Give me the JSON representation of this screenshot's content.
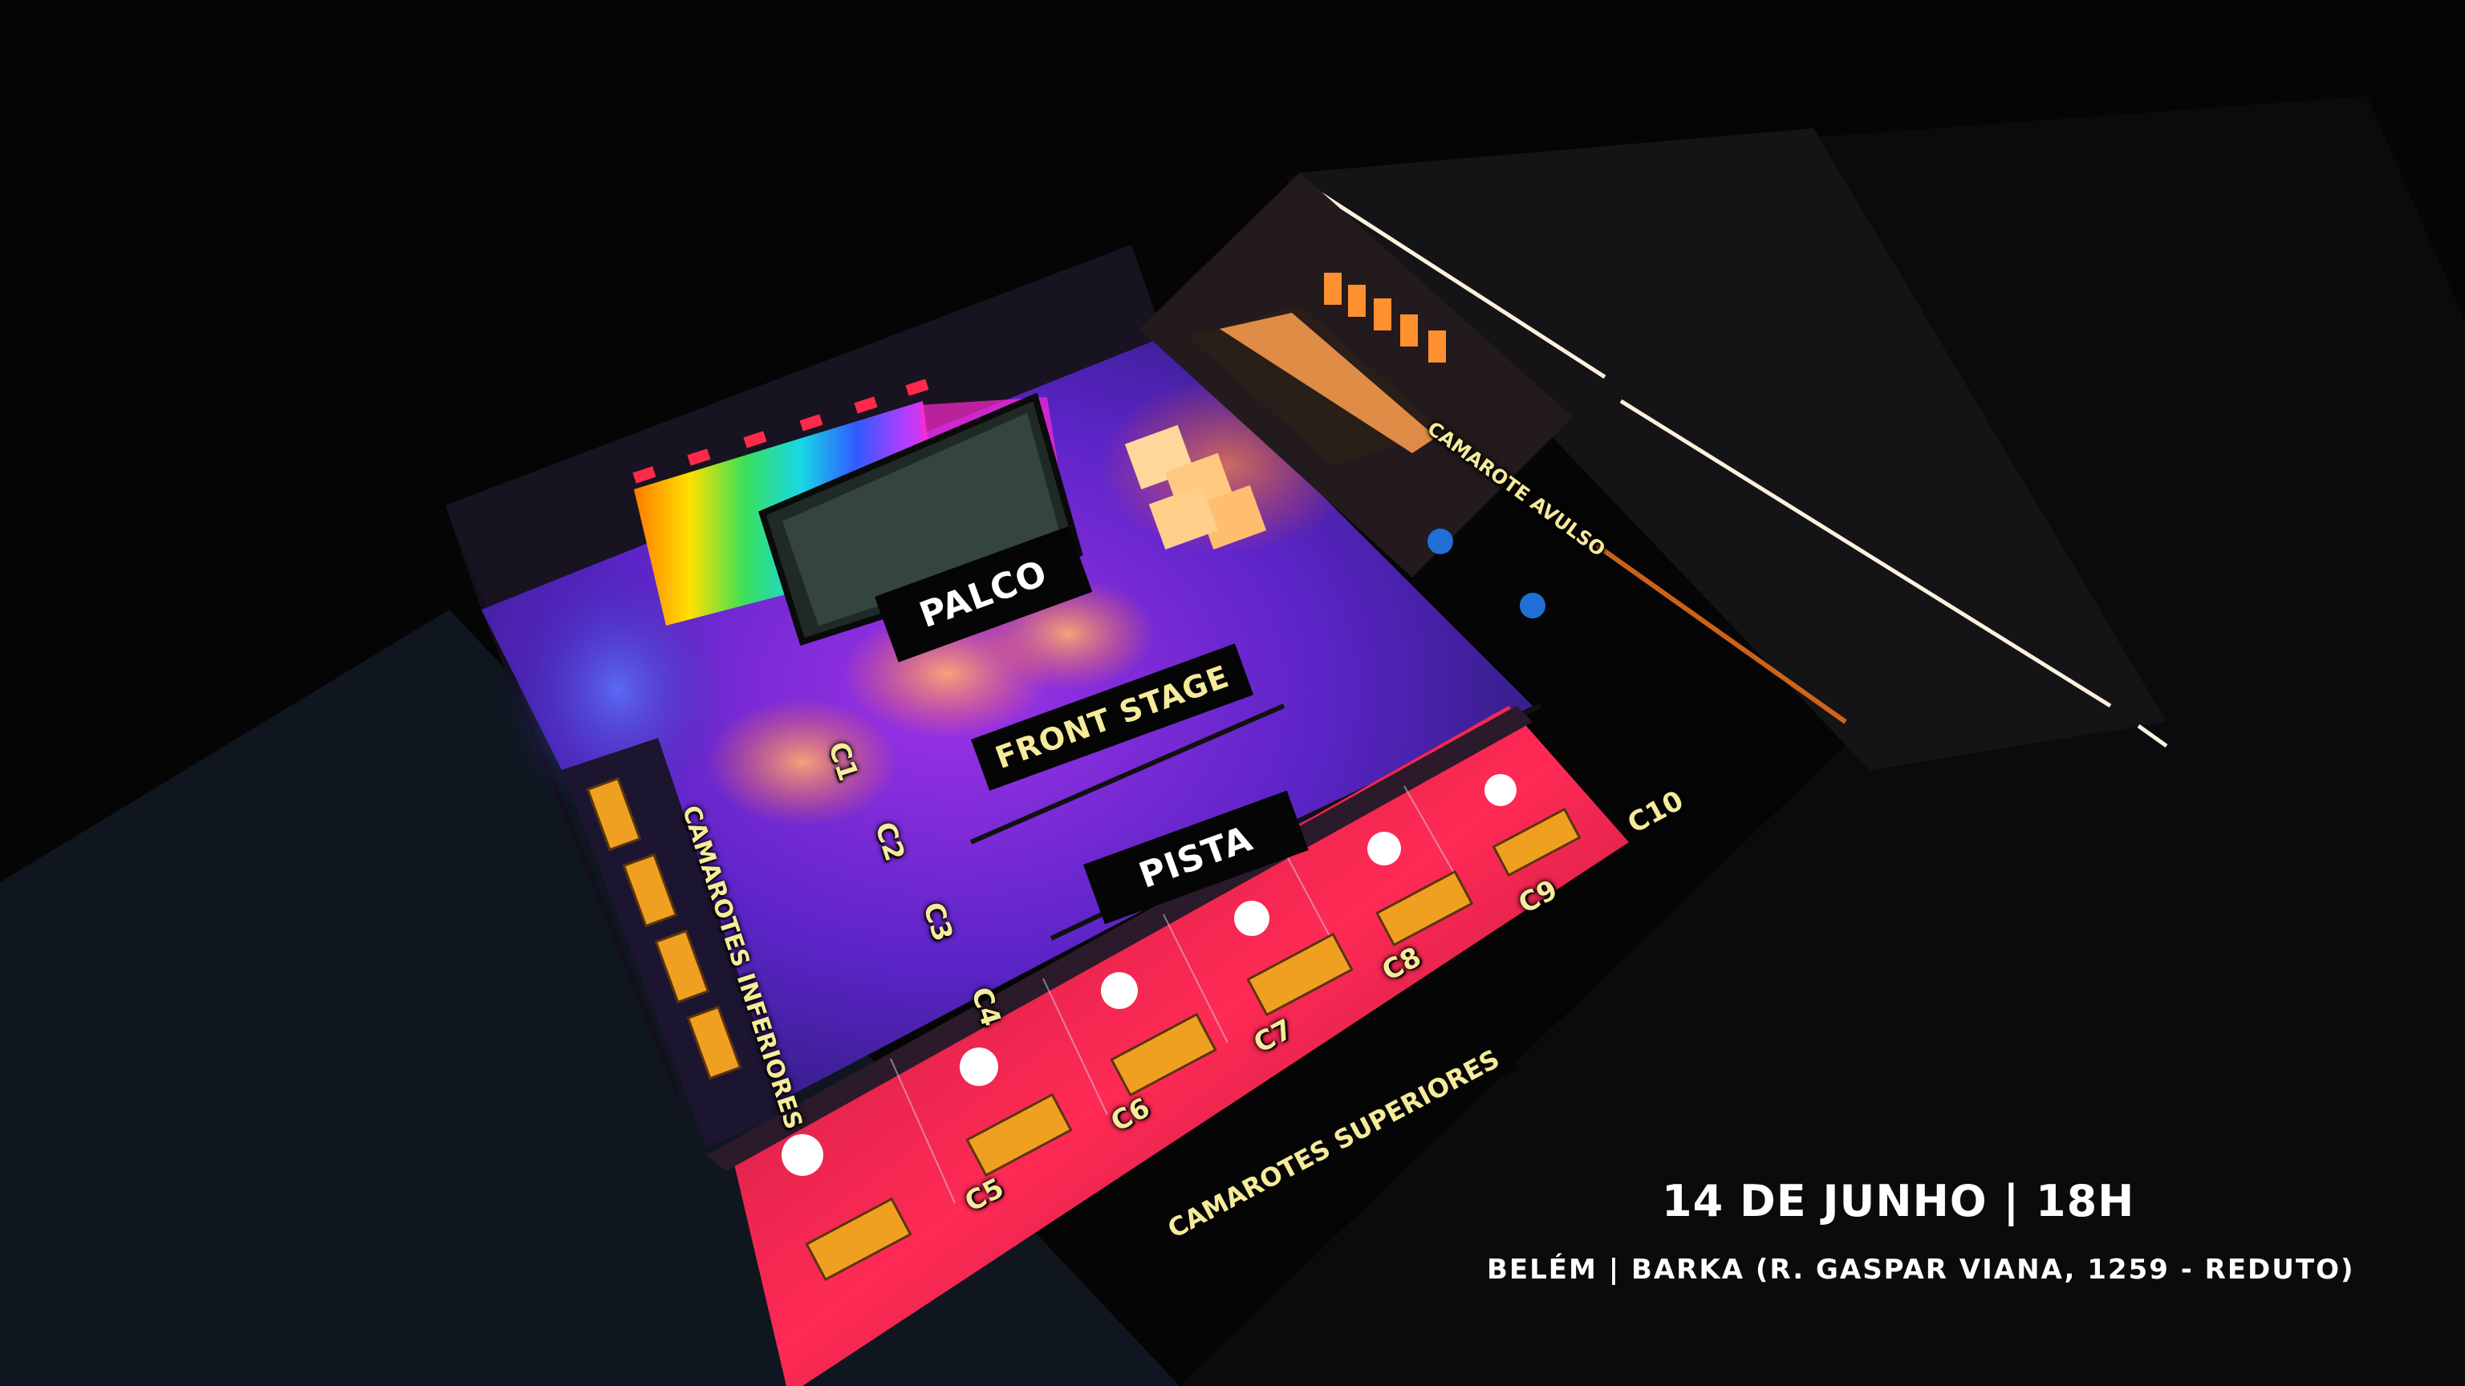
{
  "map": {
    "stage_label": "PALCO",
    "front_stage_label": "FRONT STAGE",
    "floor_label": "PISTA",
    "lower_boxes_label": "CAMAROTES INFERIORES",
    "upper_boxes_label": "CAMAROTES SUPERIORES",
    "single_box_label": "CAMAROTE AVULSO",
    "boxes": [
      "C1",
      "C2",
      "C3",
      "C4",
      "C5",
      "C6",
      "C7",
      "C8",
      "C9",
      "C10"
    ]
  },
  "event": {
    "date_time": "14 DE JUNHO | 18H",
    "venue": "BELÉM | BARKA (R. GASPAR VIANA, 1259 - REDUTO)"
  },
  "colors": {
    "background": "#050506",
    "label_text_yellow": "#f5eb9a",
    "floor_purple": "#5b24c7",
    "upper_box_red": "#e0204a",
    "stage_lights": "#ff2a6d"
  }
}
